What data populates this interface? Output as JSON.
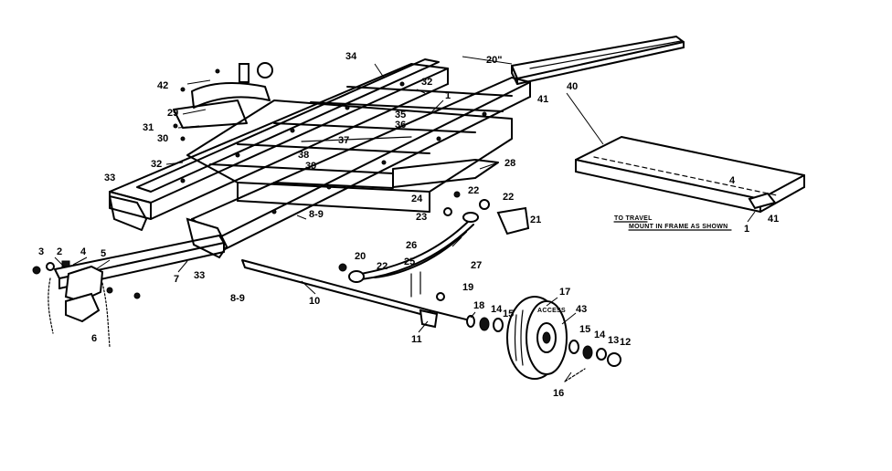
{
  "callouts": {
    "c1": "1",
    "c1b": "1",
    "c3": "3",
    "c2": "2",
    "c4": "4",
    "c4b": "4",
    "c5": "5",
    "c6": "6",
    "c7": "7",
    "c8_9a": "8-9",
    "c8_9b": "8-9",
    "c10": "10",
    "c11": "11",
    "c12": "12",
    "c13": "13",
    "c14a": "14",
    "c14b": "14",
    "c15a": "15",
    "c15b": "15",
    "c16": "16",
    "c17": "17",
    "c18": "18",
    "c19": "19",
    "c20": "20",
    "c20in": "20\"",
    "c21": "21",
    "c22a": "22",
    "c22b": "22",
    "c22c": "22",
    "c23": "23",
    "c24": "24",
    "c25": "25",
    "c26": "26",
    "c27": "27",
    "c28": "28",
    "c29": "29",
    "c30": "30",
    "c31": "31",
    "c32a": "32",
    "c32b": "32",
    "c33a": "33",
    "c33b": "33",
    "c34": "34",
    "c35": "35",
    "c36": "36",
    "c37": "37",
    "c38": "38",
    "c39": "39",
    "c40": "40",
    "c41a": "41",
    "c41b": "41",
    "c42": "42",
    "c43": "43"
  },
  "note": {
    "line1": "TO TRAVEL",
    "line2": "MOUNT IN FRAME AS SHOWN"
  },
  "tire_text": "ACCESS"
}
